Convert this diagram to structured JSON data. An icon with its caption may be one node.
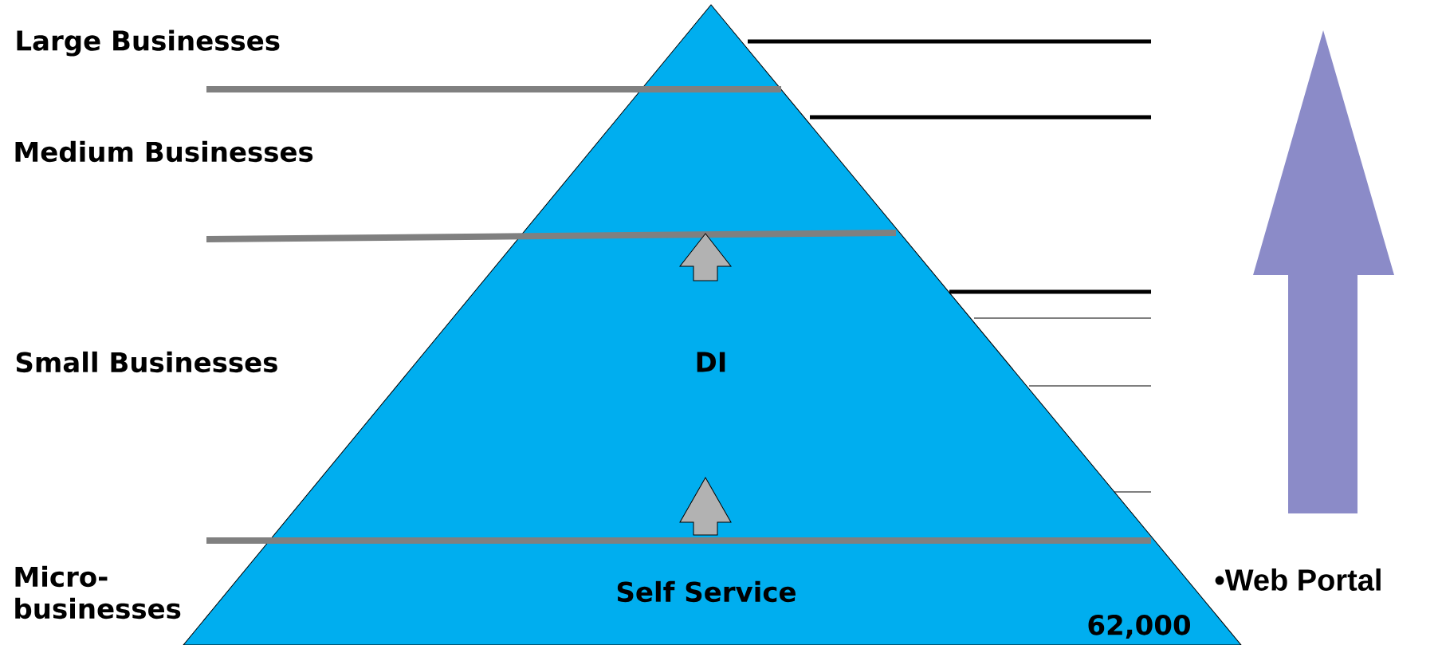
{
  "diagram": {
    "nodes": [
      {
        "text": [
          "DI",
          "Self Service",
          "62,000"
        ]
      }
    ],
    "labels": [
      "Large Businesses",
      "Medium Businesses",
      "Small Businesses",
      "Micro-businesses",
      "•Web Portal"
    ]
  }
}
